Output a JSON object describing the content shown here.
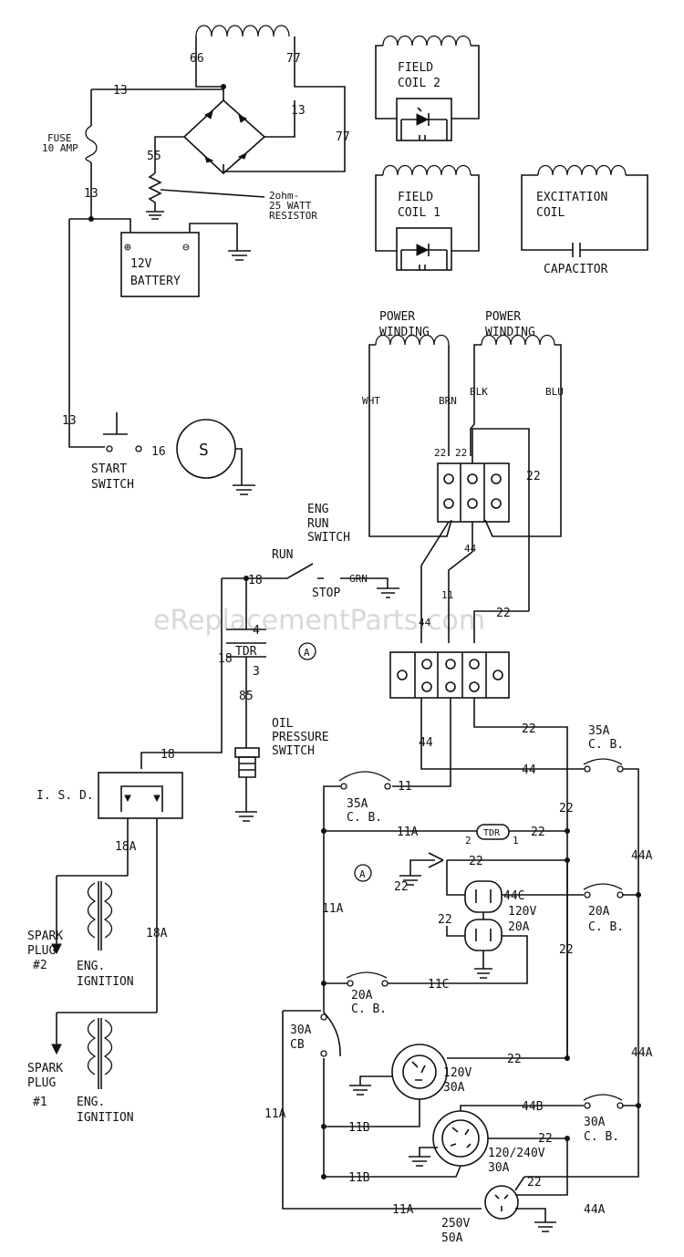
{
  "watermark": "eReplacementParts.com",
  "components": {
    "fuse": [
      "FUSE",
      "10 AMP"
    ],
    "battery": [
      "12V",
      "BATTERY"
    ],
    "battery_plus": "⊕",
    "battery_minus": "⊖",
    "resistor": [
      "2ohm-",
      "25 WATT",
      "RESISTOR"
    ],
    "field_coil_2": [
      "FIELD",
      "COIL 2"
    ],
    "field_coil_1": [
      "FIELD",
      "COIL 1"
    ],
    "excitation_coil": [
      "EXCITATION",
      "COIL"
    ],
    "capacitor": "CAPACITOR",
    "power_winding_left": [
      "POWER",
      "WINDING"
    ],
    "power_winding_right": [
      "POWER",
      "WINDING"
    ],
    "start_switch": [
      "START",
      "SWITCH"
    ],
    "starter_motor": "S",
    "eng_run_switch": [
      "ENG",
      "RUN",
      "SWITCH"
    ],
    "run": "RUN",
    "stop": "STOP",
    "tdr": "TDR",
    "oil_pressure_switch": [
      "OIL",
      "PRESSURE",
      "SWITCH"
    ],
    "isd": "I. S. D.",
    "spark_plug_2": [
      "SPARK",
      "PLUG",
      "#2"
    ],
    "spark_plug_1": [
      "SPARK",
      "PLUG",
      "#1"
    ],
    "eng_ignition_upper": [
      "ENG.",
      "IGNITION"
    ],
    "eng_ignition_lower": [
      "ENG.",
      "IGNITION"
    ],
    "note_a": "A",
    "cb_35a_left": [
      "35A",
      "C. B."
    ],
    "cb_35a_right": [
      "35A",
      "C. B."
    ],
    "cb_20a_right": [
      "20A",
      "C. B."
    ],
    "cb_20a_left": [
      "20A",
      "C. B."
    ],
    "cb_30a": [
      "30A",
      "CB"
    ],
    "cb_30a_right": [
      "30A",
      "C. B."
    ],
    "receptacle_120v_20a": [
      "120V",
      "20A"
    ],
    "receptacle_120v_30a": [
      "120V",
      "30A"
    ],
    "receptacle_120_240v": [
      "120/240V",
      "30A"
    ],
    "receptacle_250v": [
      "250V",
      "50A"
    ]
  },
  "wires": {
    "w66": "66",
    "w77": "77",
    "w13": "13",
    "w55": "55",
    "w16": "16",
    "w18": "18",
    "w18a": "18A",
    "w4": "4",
    "w3": "3",
    "w85": "85",
    "w22": "22",
    "w44": "44",
    "w11": "11",
    "w11a": "11A",
    "w11b": "11B",
    "w11c": "11C",
    "w44a": "44A",
    "w44b": "44B",
    "w44c": "44C",
    "wht": "WHT",
    "brn": "BRN",
    "blk": "BLK",
    "blu": "BLU",
    "grn": "GRN",
    "tdr_2": "2",
    "tdr_1": "1"
  },
  "colors": {
    "ink": "#111111",
    "watermark": "#d8d8d8",
    "background": "#ffffff"
  }
}
